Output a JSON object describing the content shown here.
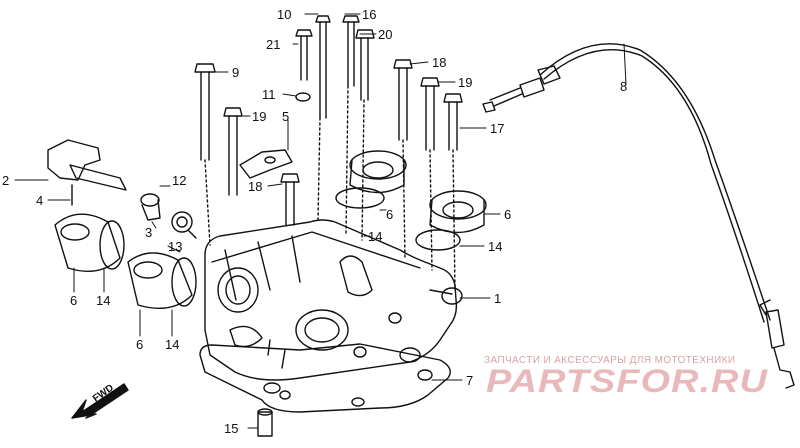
{
  "callouts": {
    "c1": "1",
    "c2": "2",
    "c3": "3",
    "c4": "4",
    "c5": "5",
    "c6a": "6",
    "c6b": "6",
    "c6c": "6",
    "c6d": "6",
    "c7": "7",
    "c8": "8",
    "c9": "9",
    "c10": "10",
    "c11": "11",
    "c12": "12",
    "c13": "13",
    "c14a": "14",
    "c14b": "14",
    "c14c": "14",
    "c14d": "14",
    "c15": "15",
    "c16": "16",
    "c17": "17",
    "c18a": "18",
    "c18b": "18",
    "c19a": "19",
    "c19b": "19",
    "c20": "20",
    "c21": "21"
  },
  "direction": "FWD",
  "watermark": {
    "subtitle": "ЗАПЧАСТИ И АКСЕССУАРЫ ДЛЯ МОТОТЕХНИКИ",
    "logo": "PARTSFOR.RU",
    "color": "#e9b8bb"
  }
}
